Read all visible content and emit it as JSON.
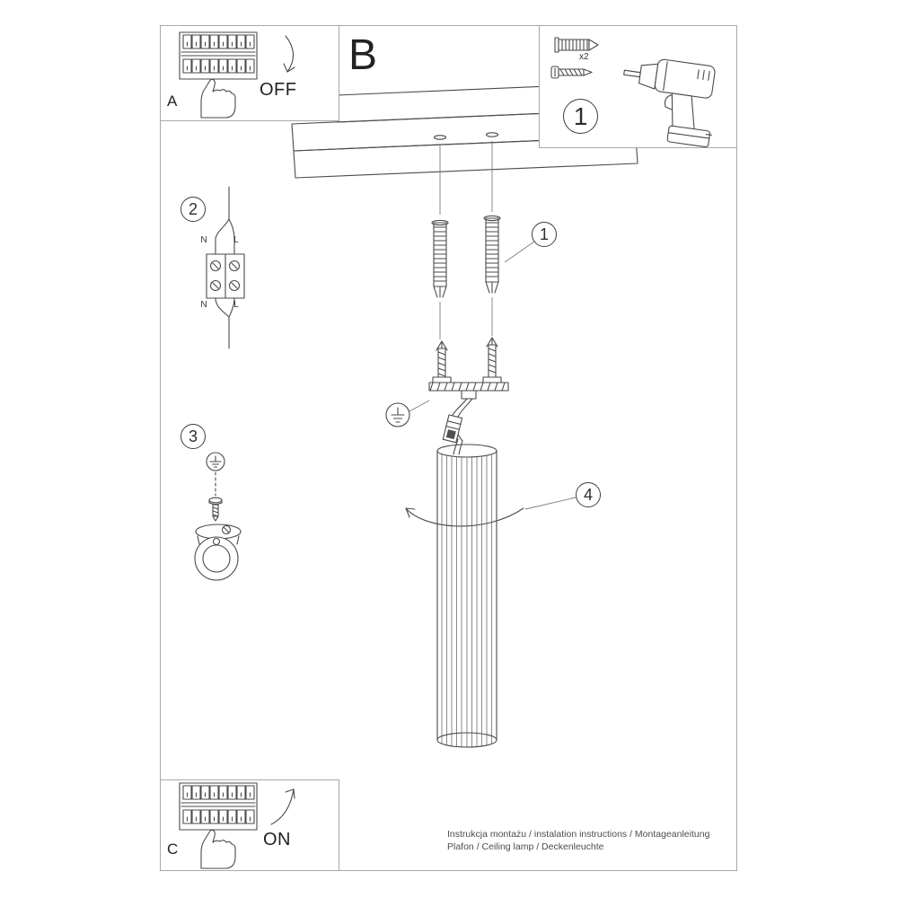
{
  "colors": {
    "line": "#4a4a4a",
    "frame": "#a8a8a8"
  },
  "panel_a": {
    "letter": "A",
    "state": "OFF"
  },
  "section_b": {
    "letter": "B"
  },
  "panel_tools": {
    "number": "1",
    "quantity": "x2"
  },
  "callouts": {
    "anchors": "1",
    "wiring": "2",
    "ground": "3",
    "shade": "4"
  },
  "wiring_labels": {
    "top_n": "N",
    "top_l": "L",
    "bottom_n": "N",
    "bottom_l": "L"
  },
  "panel_c": {
    "letter": "C",
    "state": "ON"
  },
  "footer": {
    "line1": "Instrukcja montażu / instalation instructions / Montageanleitung",
    "line2": "Plafon / Ceiling lamp / Deckenleuchte"
  }
}
